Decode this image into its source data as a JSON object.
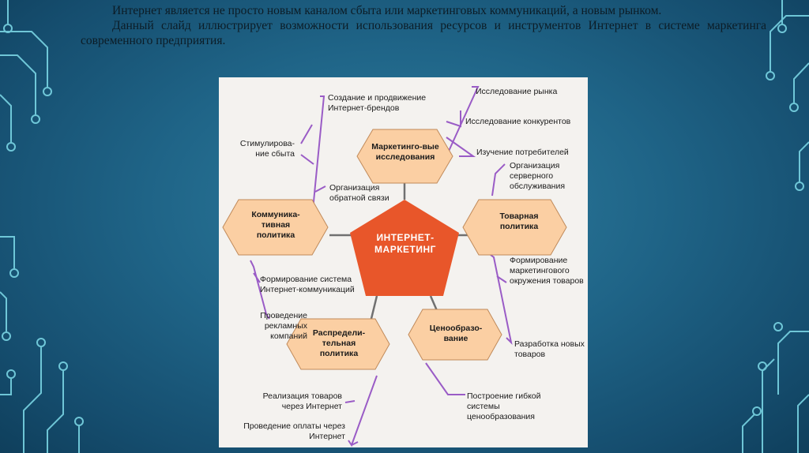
{
  "intro": {
    "paragraph1": "Интернет является не просто новым каналом сбыта или маркетинговых коммуникаций, а новым рынком.",
    "paragraph2": "Данный слайд иллюстрирует возможности использования ресурсов и инструментов Интернет в системе маркетинга современного предприятия."
  },
  "diagram": {
    "center": "ИНТЕРНЕТ-МАРКЕТИНГ",
    "nodes": {
      "research": "Маркетинго-вые исследования",
      "communication": "Коммуника-тивная политика",
      "product": "Товарная политика",
      "distribution": "Распредели-тельная политика",
      "pricing": "Ценообразо-вание"
    },
    "notes": {
      "brands": "Создание и продвижение Интернет-брендов",
      "market_research": "Исследование рынка",
      "competitor_research": "Исследование конкурентов",
      "consumer_study": "Изучение потребителей",
      "sales_promo": "Стимулирова-ние сбыта",
      "feedback": "Организация обратной связи",
      "service": "Организация серверного обслуживания",
      "comm_system": "Формирование система Интернет-коммуникаций",
      "ad_campaigns": "Проведение рекламных компаний",
      "environment": "Формирование маркетингового окружения товаров",
      "new_products": "Разработка новых товаров",
      "internet_sales": "Реализация товаров через Интернет",
      "internet_payment": "Проведение оплаты через Интернет",
      "flexible_pricing": "Построение гибкой системы ценообразования"
    }
  },
  "colors": {
    "background": "#1f6487",
    "center": "#e8562a",
    "node": "#fbcfa3",
    "connector": "#9a5cc6",
    "line": "#6e6e6e"
  }
}
